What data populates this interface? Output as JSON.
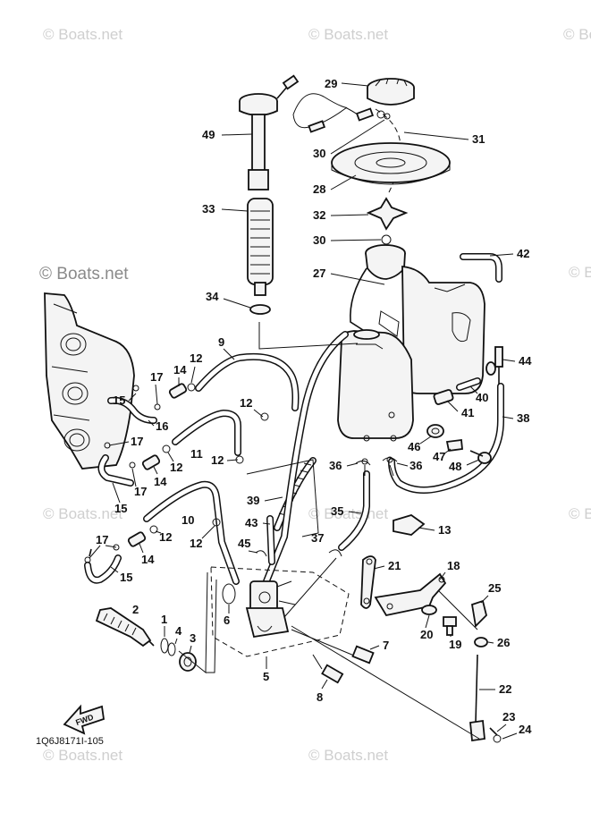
{
  "watermark": "© Boats.net",
  "diagram_code": "1Q6J8171I-105",
  "fwd_label": "FWD",
  "parts": {
    "p1": "1",
    "p2": "2",
    "p3": "3",
    "p4": "4",
    "p5": "5",
    "p6": "6",
    "p7": "7",
    "p8": "8",
    "p9": "9",
    "p10": "10",
    "p11": "11",
    "p12a": "12",
    "p12b": "12",
    "p12c": "12",
    "p12d": "12",
    "p12e": "12",
    "p12f": "12",
    "p13": "13",
    "p14a": "14",
    "p14b": "14",
    "p14c": "14",
    "p15a": "15",
    "p15b": "15",
    "p15c": "15",
    "p16": "16",
    "p17a": "17",
    "p17b": "17",
    "p17c": "17",
    "p17d": "17",
    "p18": "18",
    "p19": "19",
    "p20": "20",
    "p21": "21",
    "p22": "22",
    "p23": "23",
    "p24": "24",
    "p25": "25",
    "p26": "26",
    "p27": "27",
    "p28": "28",
    "p29": "29",
    "p30a": "30",
    "p30b": "30",
    "p31": "31",
    "p32": "32",
    "p33": "33",
    "p34": "34",
    "p35": "35",
    "p36a": "36",
    "p36b": "36",
    "p37": "37",
    "p38": "38",
    "p39": "39",
    "p40": "40",
    "p41": "41",
    "p42": "42",
    "p43": "43",
    "p44": "44",
    "p45": "45",
    "p46": "46",
    "p47": "47",
    "p48": "48",
    "p49": "49"
  }
}
